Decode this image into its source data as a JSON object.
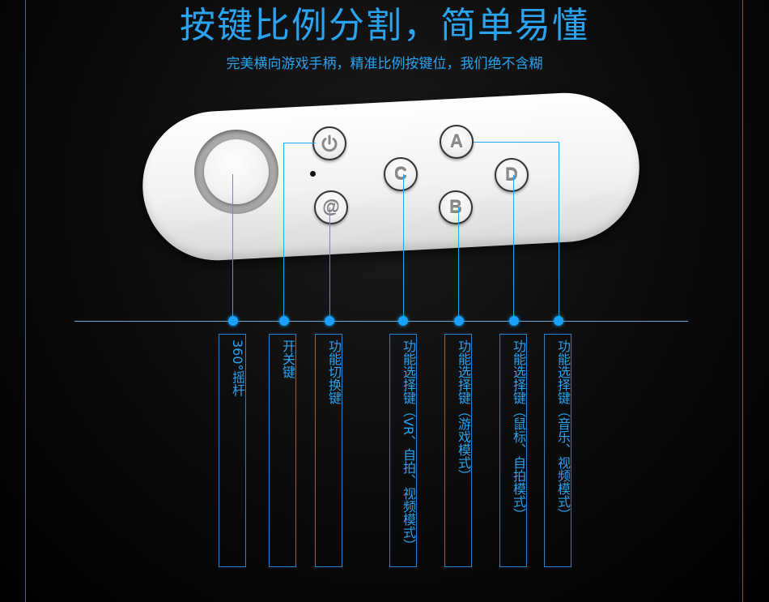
{
  "title": "按键比例分割，简单易懂",
  "subtitle": "完美横向游戏手柄，精准比例按键位，我们绝不含糊",
  "buttons": {
    "a": "A",
    "b": "B",
    "c": "C",
    "d": "D",
    "at": "@"
  },
  "labels": [
    "360°摇杆",
    "开关键",
    "功能切换键",
    "功能选择键（VR、自拍、视频模式）",
    "功能选择键（游戏模式）",
    "功能选择键（鼠标、自拍模式）",
    "功能选择键（音乐、视频模式）"
  ],
  "colors": {
    "accent": "#2aa3f0",
    "dot": "#1aa0ff",
    "background": "#000000"
  }
}
